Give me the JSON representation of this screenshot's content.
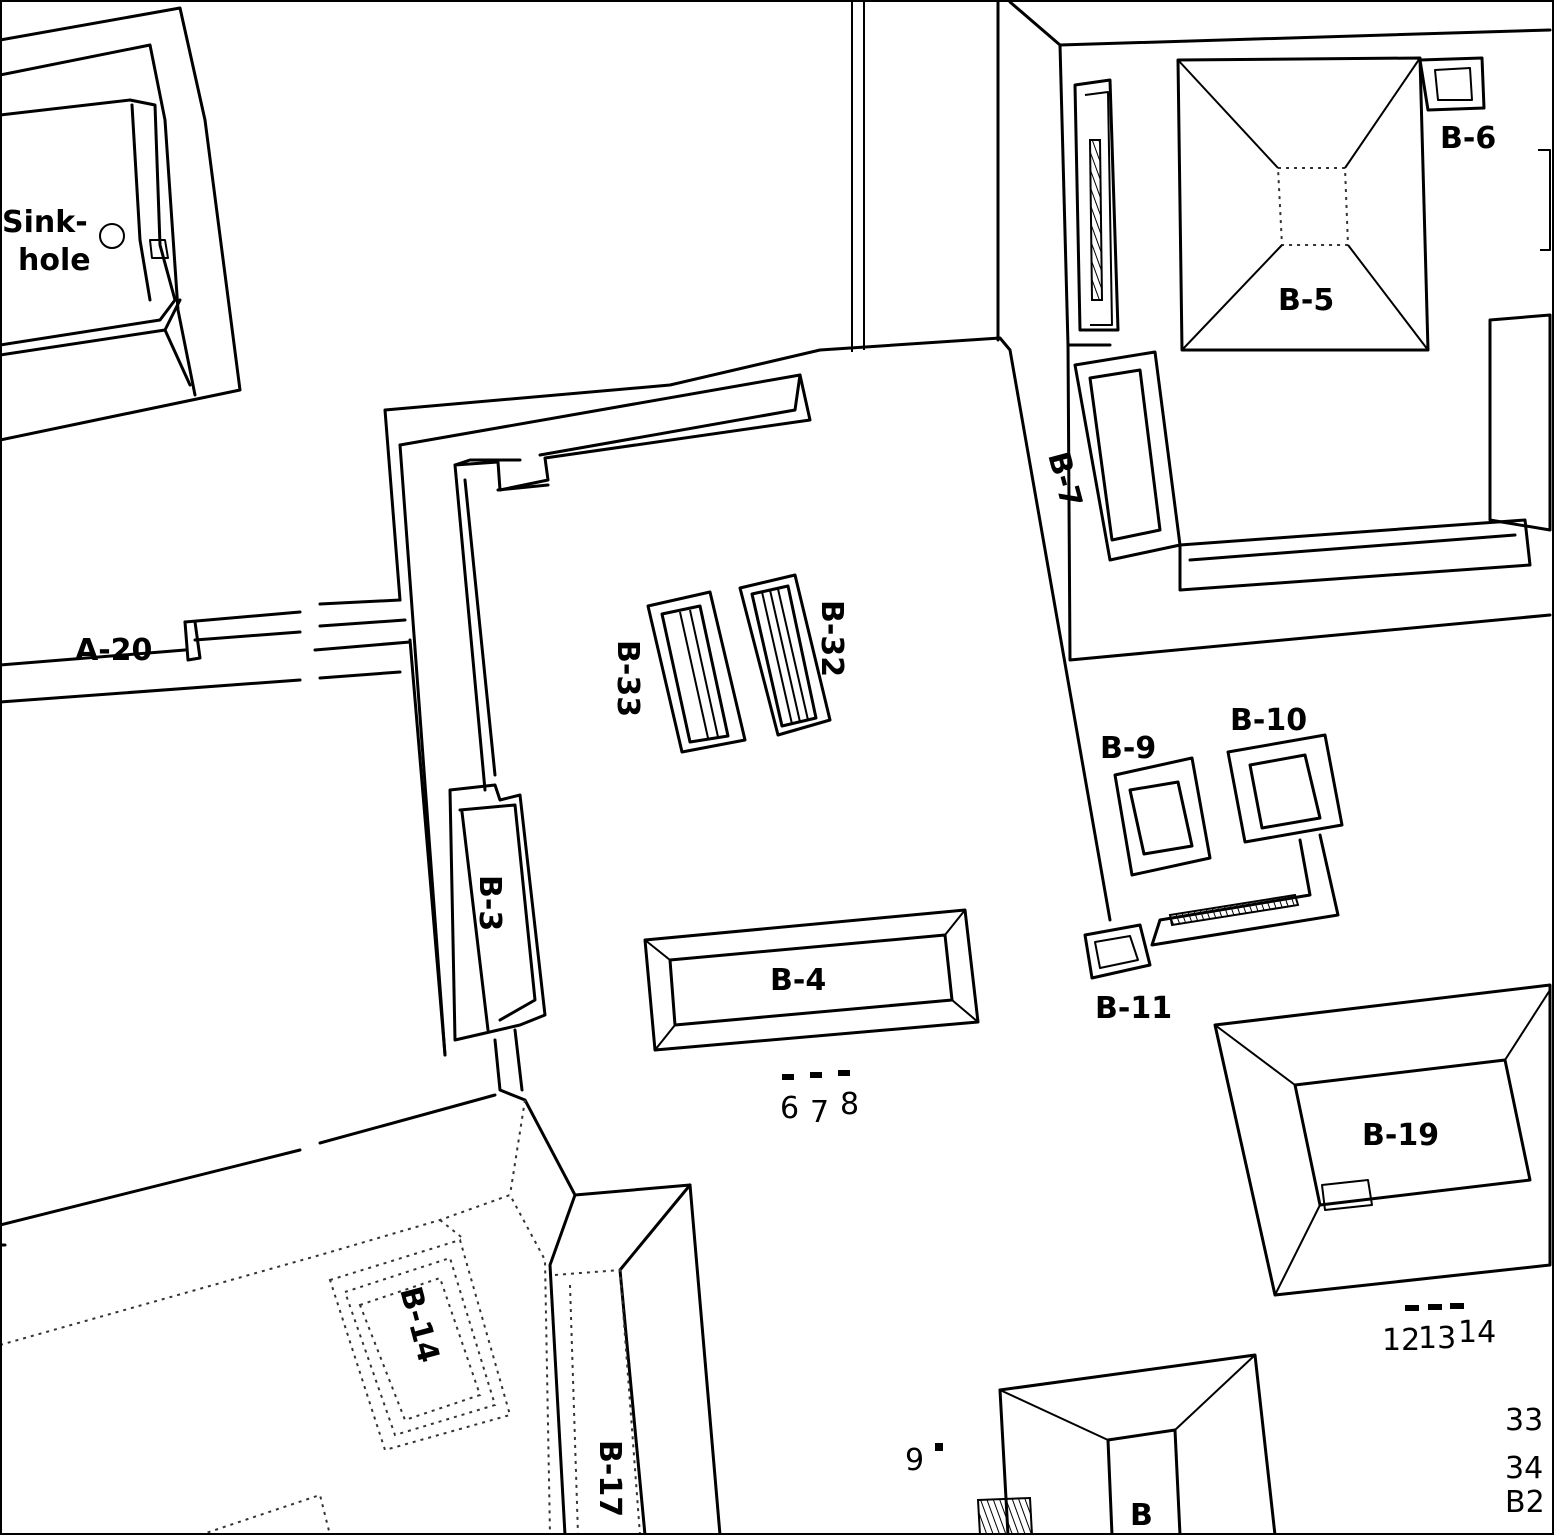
{
  "map": {
    "labels": {
      "sinkhole_line1": "Sink-",
      "sinkhole_line2": "hole",
      "a20": "A-20",
      "b3": "B-3",
      "b4": "B-4",
      "b5": "B-5",
      "b6": "B-6",
      "b7": "B-7",
      "b9": "B-9",
      "b10": "B-10",
      "b11": "B-11",
      "b14": "B-14",
      "b17": "B-17",
      "b19": "B-19",
      "b32": "B-32",
      "b33": "B-33",
      "b_partial": "B"
    },
    "markers": {
      "n6": "6",
      "n7": "7",
      "n8": "8",
      "n9": "9",
      "n12": "12",
      "n13": "13",
      "n14": "14",
      "n33": "33",
      "n34": "34",
      "b2": "B2"
    }
  }
}
